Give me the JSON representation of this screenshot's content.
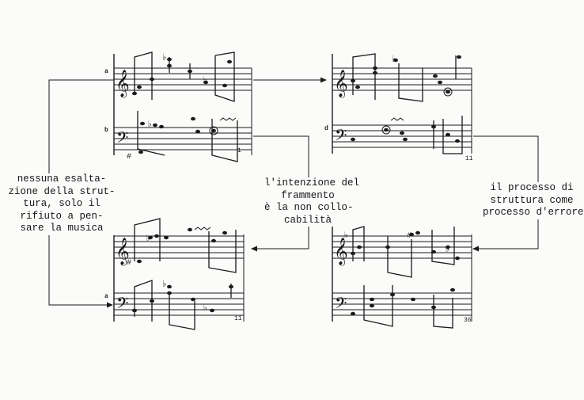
{
  "captions": {
    "left": [
      "nessuna esalta-",
      "zione della strut-",
      "tura, solo il",
      "rifiuto a pen-",
      "sare la musica"
    ],
    "center": [
      "l'intenzione del",
      "frammento",
      "è la non collo-",
      "cabilità"
    ],
    "right": [
      "il processo di",
      "struttura come",
      "processo d'errore"
    ]
  },
  "panels": [
    {
      "id": "top-left",
      "staff_letters": [
        "a",
        "b"
      ],
      "bar_number": "1"
    },
    {
      "id": "top-right",
      "staff_letters": [
        "",
        "d"
      ],
      "bar_number": "11"
    },
    {
      "id": "bottom-left",
      "staff_letters": [
        "",
        "a"
      ],
      "bar_number": "11"
    },
    {
      "id": "bottom-right",
      "staff_letters": [
        "",
        ""
      ],
      "bar_number": "36"
    }
  ],
  "colors": {
    "ink": "#1a1a1a",
    "paper": "#fbfbfa"
  }
}
